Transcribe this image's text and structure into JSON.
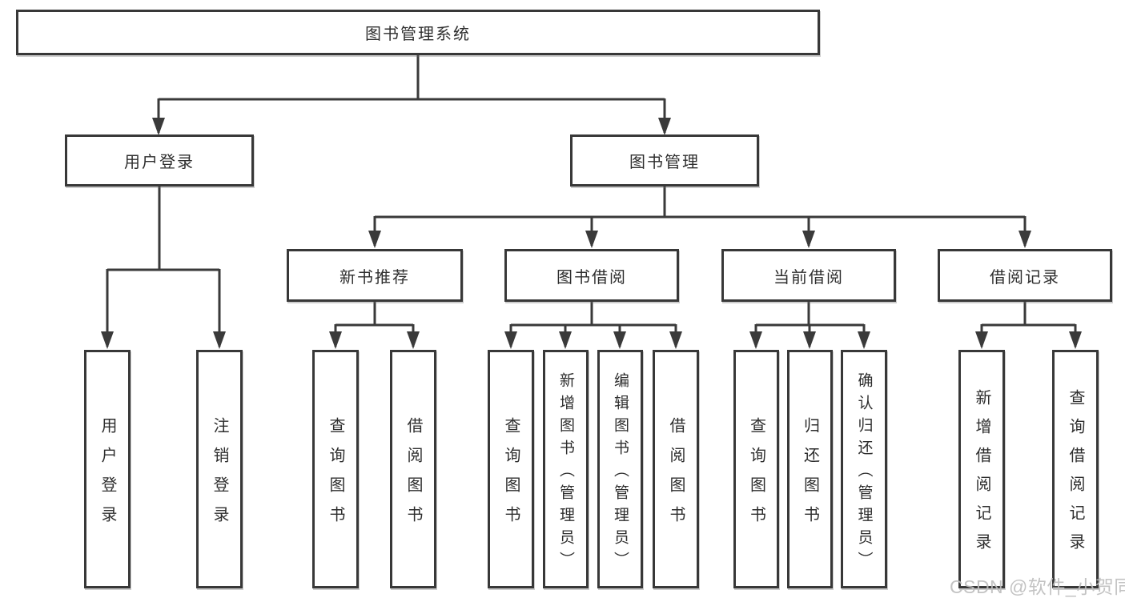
{
  "diagram": {
    "root": {
      "label": "图书管理系统"
    },
    "branches": [
      {
        "label": "用户登录",
        "leaves": [
          {
            "label": "用户登录"
          },
          {
            "label": "注销登录"
          }
        ]
      },
      {
        "label": "图书管理",
        "groups": [
          {
            "label": "新书推荐",
            "leaves": [
              {
                "label": "查询图书"
              },
              {
                "label": "借阅图书"
              }
            ]
          },
          {
            "label": "图书借阅",
            "leaves": [
              {
                "label": "查询图书"
              },
              {
                "label": "新增图书（管理员）"
              },
              {
                "label": "编辑图书（管理员）"
              },
              {
                "label": "借阅图书"
              }
            ]
          },
          {
            "label": "当前借阅",
            "leaves": [
              {
                "label": "查询图书"
              },
              {
                "label": "归还图书"
              },
              {
                "label": "确认归还（管理员）"
              }
            ]
          },
          {
            "label": "借阅记录",
            "leaves": [
              {
                "label": "新增借阅记录"
              },
              {
                "label": "查询借阅记录"
              }
            ]
          }
        ]
      }
    ]
  },
  "watermark": {
    "text": "CSDN @软件_小贺同学"
  },
  "colors": {
    "line": "#3a3a3a",
    "box_border": "#383838",
    "text": "#2e2e2e",
    "watermark": "#bdbdbd",
    "background": "#ffffff"
  }
}
